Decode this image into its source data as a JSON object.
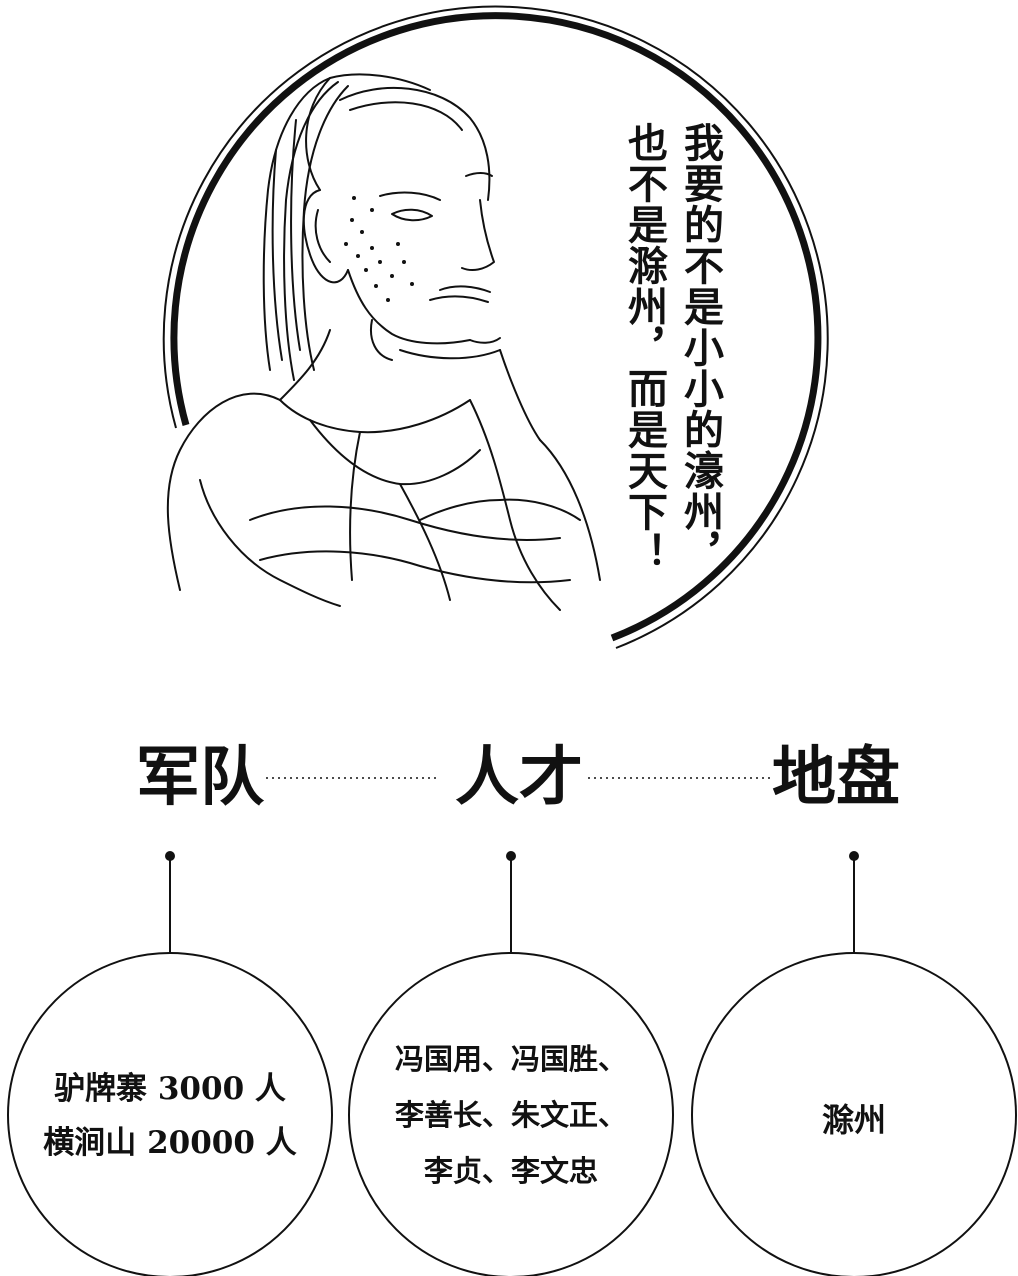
{
  "quote": {
    "line1": "我要的不是小小的濠州，",
    "line2": "也不是滁州，而是天下！"
  },
  "categories": [
    {
      "heading": "军队",
      "lines": [
        "驴牌寨 3000 人",
        "横涧山 20000 人"
      ]
    },
    {
      "heading": "人才",
      "lines": [
        "冯国用、冯国胜、",
        "李善长、朱文正、",
        "李贞、李文忠"
      ]
    },
    {
      "heading": "地盘",
      "lines": [
        "滁州"
      ]
    }
  ]
}
